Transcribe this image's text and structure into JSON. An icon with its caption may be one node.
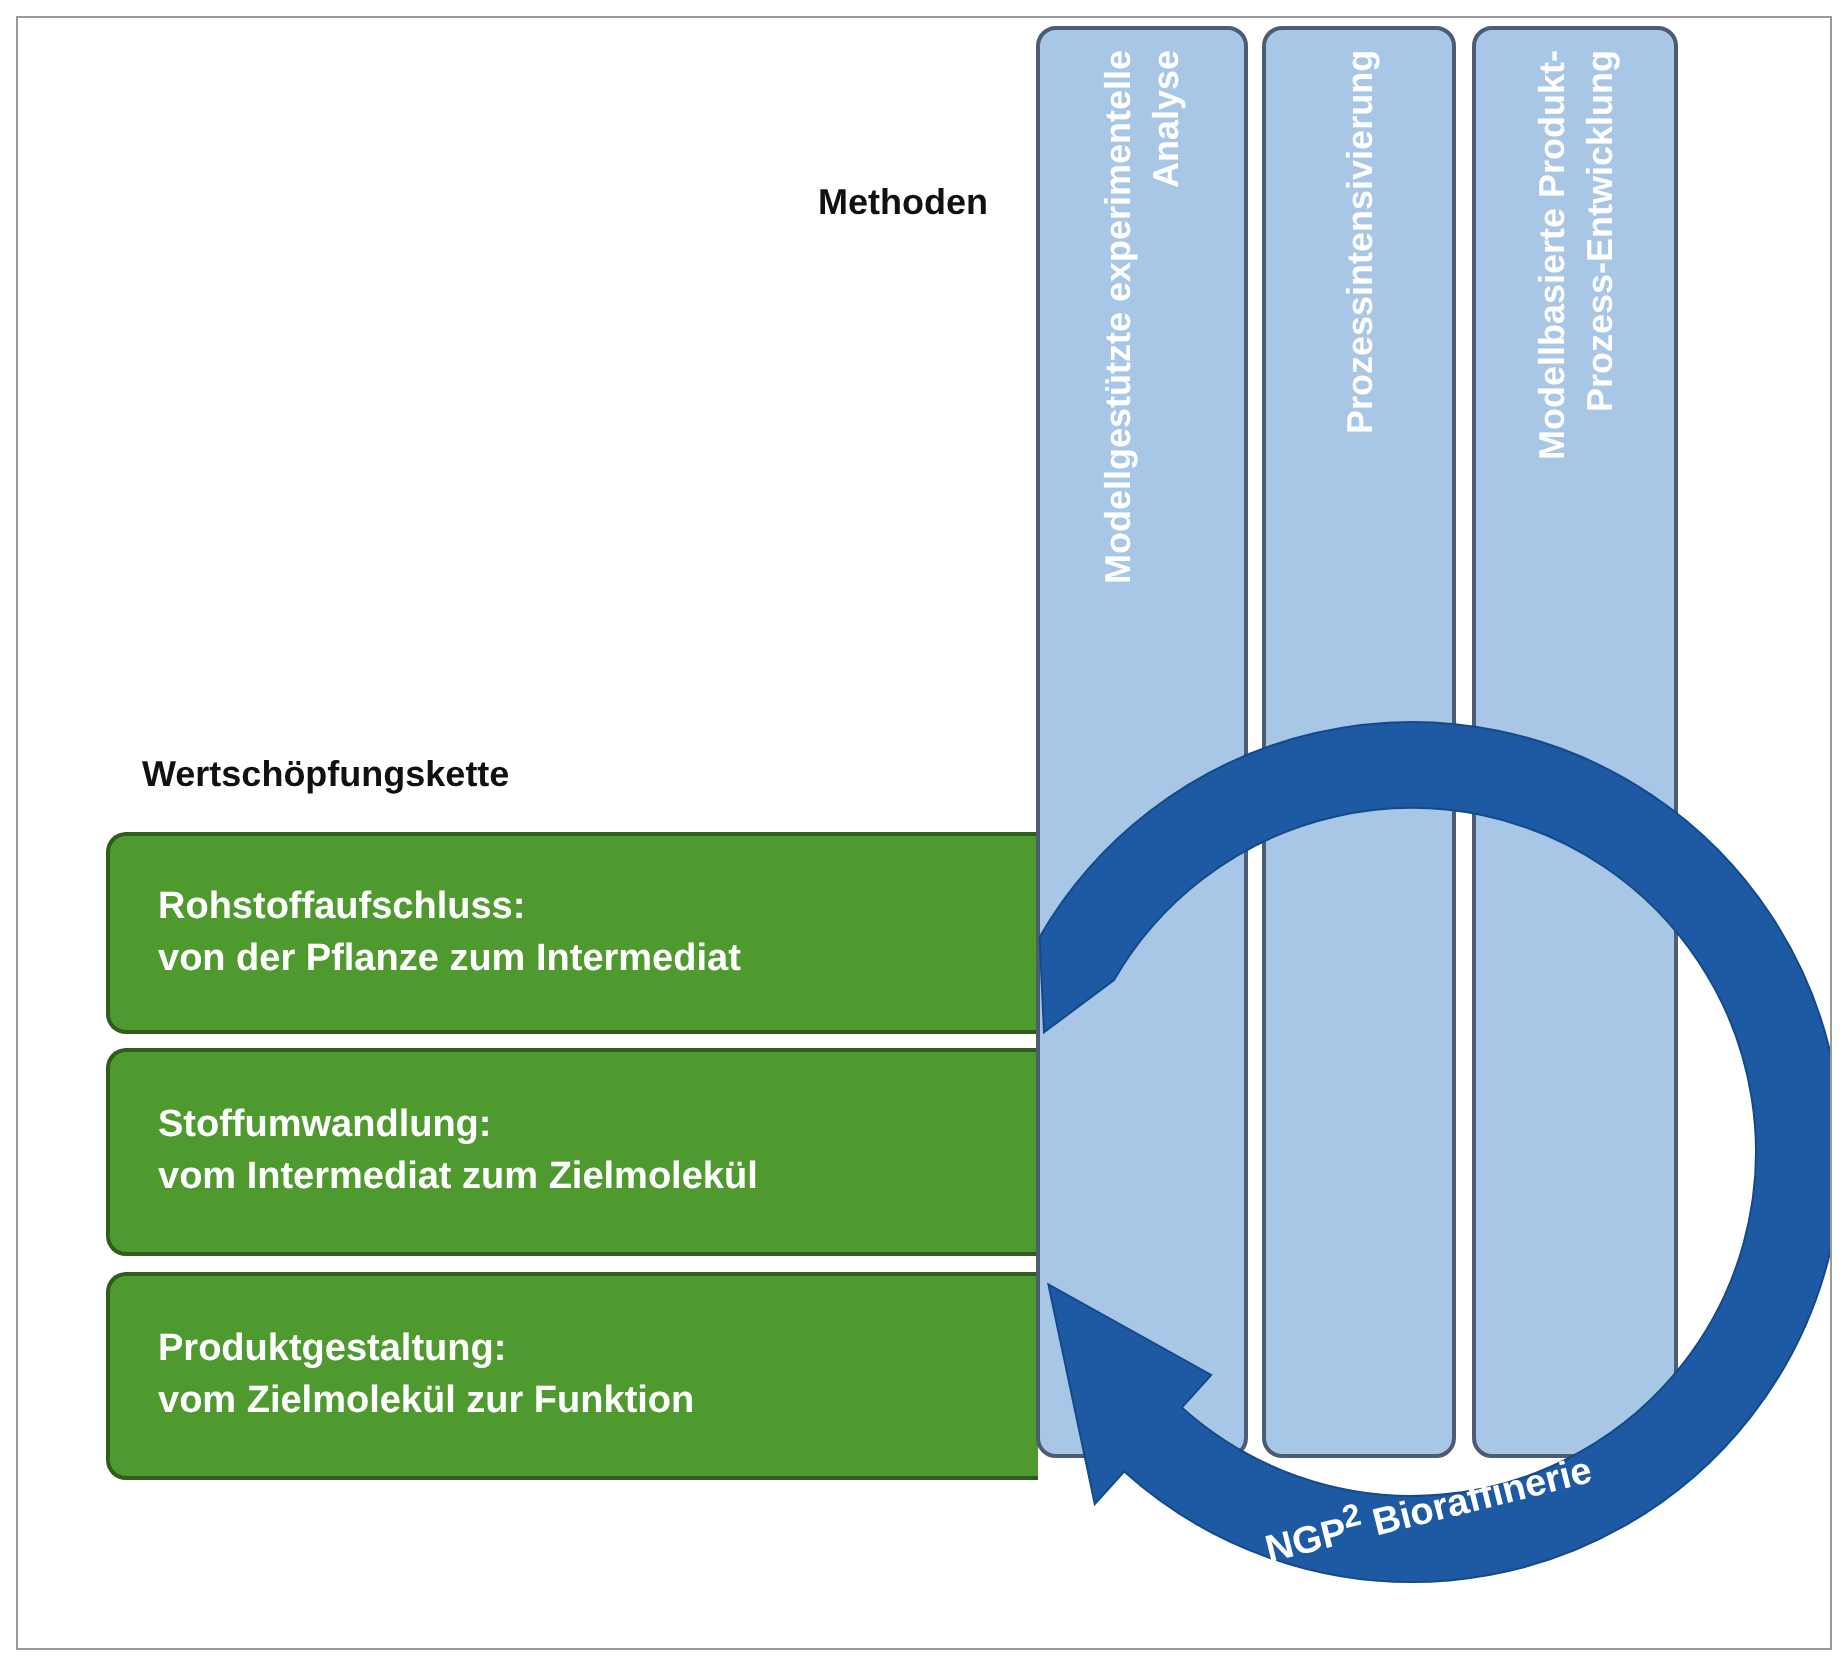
{
  "diagram": {
    "nodes": [
      {
        "text": [
          "Modellgestützte experimentelle Analyse"
        ]
      },
      {
        "text": [
          "Prozessintensivierung"
        ]
      },
      {
        "text": [
          "Modellbasierte Produkt- Prozess-Entwicklung"
        ]
      },
      {
        "text": [
          "Rohstoffaufschluss:",
          "von der Pflanze zum Intermediat"
        ]
      },
      {
        "text": [
          "Stoffumwandlung:",
          "vom Intermediat zum Zielmolekül"
        ]
      },
      {
        "text": [
          "Produktgestaltung:",
          "vom Zielmolekül zur Funktion"
        ]
      },
      {
        "text": [
          "NGP$^{2}$ Bioraffinerie"
        ]
      }
    ],
    "labels": [
      "Methoden",
      "Wertschöpfungskette"
    ]
  }
}
